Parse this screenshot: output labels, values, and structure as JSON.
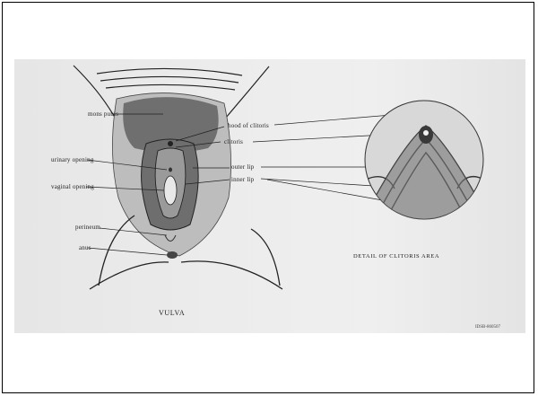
{
  "labels": {
    "mons": "mons pubis",
    "hood": "hood of clitoris",
    "clitoris": "clitoris",
    "urinary": "urinary opening",
    "vaginal": "vaginal opening",
    "outer_lip": "outer lip",
    "inner_lip": "inner lip",
    "perineum": "perineum",
    "anus": "anus"
  },
  "captions": {
    "main": "VULVA",
    "detail": "DETAIL OF CLITORIS AREA",
    "figure_number": "IDSB-860507"
  }
}
